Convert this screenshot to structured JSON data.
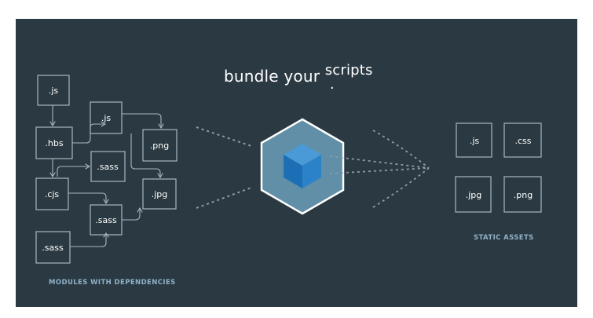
{
  "headline": {
    "prefix": "bundle your",
    "word": "scripts",
    "dot": "."
  },
  "modules": {
    "caption": "MODULES WITH DEPENDENCIES",
    "boxes": [
      {
        "id": "m1",
        "label": ".js"
      },
      {
        "id": "m2",
        "label": ".hbs"
      },
      {
        "id": "m3",
        "label": ".cjs"
      },
      {
        "id": "m4",
        "label": ".sass"
      },
      {
        "id": "m5",
        "label": ".js"
      },
      {
        "id": "m6",
        "label": ".sass"
      },
      {
        "id": "m7",
        "label": ".sass"
      },
      {
        "id": "m8",
        "label": ".png"
      },
      {
        "id": "m9",
        "label": ".jpg"
      }
    ]
  },
  "assets": {
    "caption": "STATIC ASSETS",
    "boxes": [
      {
        "id": "a1",
        "label": ".js"
      },
      {
        "id": "a2",
        "label": ".css"
      },
      {
        "id": "a3",
        "label": ".jpg"
      },
      {
        "id": "a4",
        "label": ".png"
      }
    ]
  },
  "colors": {
    "background": "#2b3a42",
    "box_stroke": "#a7b5c1",
    "text": "#ffffff",
    "caption": "#8fb0c8",
    "cube_outer": "#8ed6fb",
    "cube_inner": "#1c78c0",
    "dotted": "#8d9ba6"
  }
}
